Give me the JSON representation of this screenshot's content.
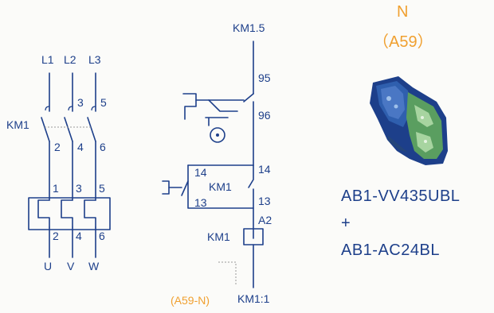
{
  "power_circuit": {
    "phases": [
      "L1",
      "L2",
      "L3"
    ],
    "contactor_label": "KM1",
    "contact_top_numbers": [
      "3",
      "5"
    ],
    "contact_bottom_numbers": [
      "2",
      "4",
      "6"
    ],
    "relay_top_numbers": [
      "1",
      "3",
      "5"
    ],
    "relay_bottom_numbers": [
      "2",
      "4",
      "6"
    ],
    "outputs": [
      "U",
      "V",
      "W"
    ]
  },
  "control_circuit": {
    "supply_label": "KM1.5",
    "relay_contact_top": "95",
    "relay_contact_bottom": "96",
    "hold_contact_left": "14",
    "hold_contact_right": "14",
    "start_contact_label": "KM1",
    "start_contact_left": "13",
    "start_contact_right": "13",
    "coil_terminal": "A2",
    "coil_label": "KM1",
    "remote_ref": "(A59-N)",
    "end_label": "KM1:1"
  },
  "product": {
    "title": "N",
    "code": "（A59）",
    "part_line_1": "AB1-VV435UBL",
    "plus": "+",
    "part_line_2": "AB1-AC24BL"
  },
  "colors": {
    "ink": "#1d3f8a",
    "accent": "#f0a030",
    "terminal_green": "#5a9e60",
    "terminal_blue": "#2f5fae"
  }
}
